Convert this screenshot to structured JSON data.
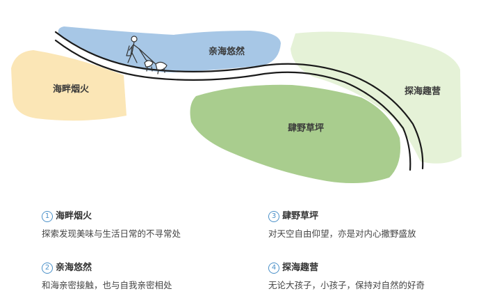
{
  "zones": [
    {
      "id": "haipan",
      "name": "海畔烟火",
      "color": "#fbe6b6"
    },
    {
      "id": "qinhai",
      "name": "亲海悠然",
      "color": "#a7c7e6"
    },
    {
      "id": "siye",
      "name": "肆野草坪",
      "color": "#a9cd8e"
    },
    {
      "id": "tanhai",
      "name": "探海趣营",
      "color": "#e5f2d7"
    }
  ],
  "legend": [
    {
      "number": "1",
      "title": "海畔烟火",
      "desc": "探索发现美味与生活日常的不寻常处"
    },
    {
      "number": "2",
      "title": "亲海悠然",
      "desc": "和海亲密接触，也与自我亲密相处"
    },
    {
      "number": "3",
      "title": "肆野草坪",
      "desc": "对天空自由仰望，亦是对内心撒野盛放"
    },
    {
      "number": "4",
      "title": "探海趣营",
      "desc": "无论大孩子，小孩子，保持对自然的好奇"
    }
  ],
  "colors": {
    "road": "#1a1a1a",
    "number_accent": "#4a90c8"
  },
  "icons": [
    "person-walking-dog-icon"
  ]
}
